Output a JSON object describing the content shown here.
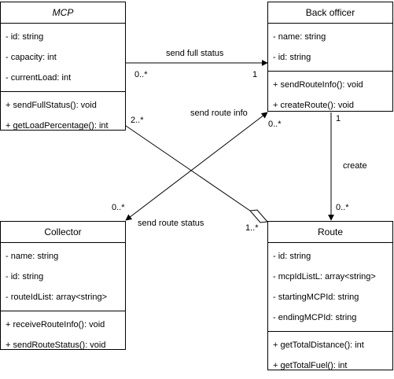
{
  "classes": {
    "mcp": {
      "name": "MCP",
      "attributes": [
        "- id: string",
        "- capacity: int",
        "- currentLoad: int"
      ],
      "methods": [
        "+ sendFullStatus(): void",
        "+ getLoadPercentage(): int"
      ]
    },
    "back_officer": {
      "name": "Back officer",
      "attributes": [
        "- name: string",
        "- id: string"
      ],
      "methods": [
        "+ sendRouteInfo(): void",
        "+ createRoute(): void"
      ]
    },
    "collector": {
      "name": "Collector",
      "attributes": [
        "- name: string",
        "- id: string",
        "- routeIdList: array<string>"
      ],
      "methods": [
        "+ receiveRouteInfo(): void",
        "+ sendRouteStatus(): void"
      ]
    },
    "route": {
      "name": "Route",
      "attributes": [
        "- id: string",
        "- mcpIdListL: array<string>",
        "- startingMCPId: string",
        "- endingMCPId: string"
      ],
      "methods": [
        "+ getTotalDistance(): int",
        "+ getTotalFuel(): int"
      ]
    }
  },
  "relations": {
    "send_full_status": {
      "label": "send full status",
      "mult_source": "0..*",
      "mult_target": "1"
    },
    "send_route_info": {
      "label": "send route info",
      "mult_source": "0..*",
      "mult_target": "0..*"
    },
    "create": {
      "label": "create",
      "mult_source": "1",
      "mult_target": "0..*"
    },
    "aggregation": {
      "mult_source": "2..*",
      "mult_target": "1..*"
    },
    "send_route_status": {
      "label": "send route status"
    }
  }
}
